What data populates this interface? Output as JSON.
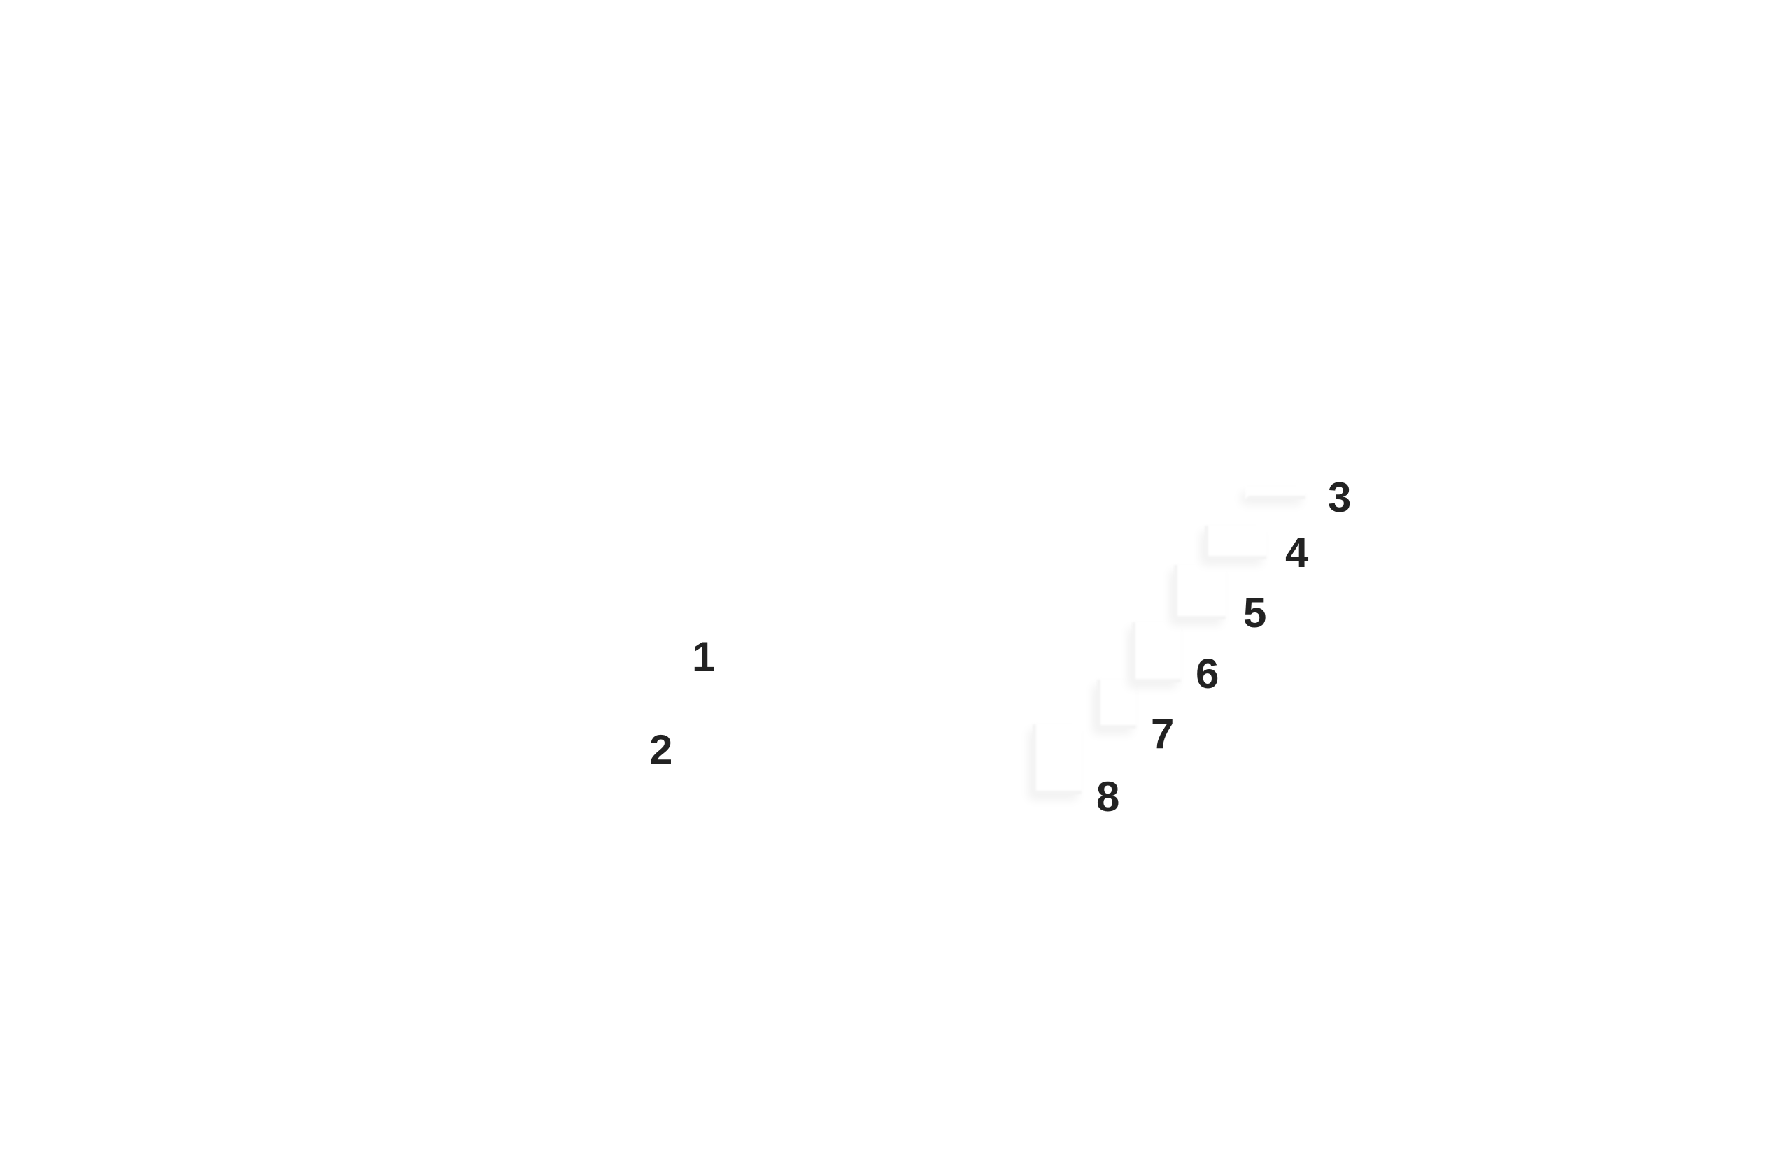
{
  "diagram": {
    "background": "#ffffff",
    "label_color": "#222222",
    "bracket_color": "#f4f4f4",
    "markers": [
      {
        "id": "marker-1",
        "label": "1"
      },
      {
        "id": "marker-2",
        "label": "2"
      },
      {
        "id": "marker-3",
        "label": "3"
      },
      {
        "id": "marker-4",
        "label": "4"
      },
      {
        "id": "marker-5",
        "label": "5"
      },
      {
        "id": "marker-6",
        "label": "6"
      },
      {
        "id": "marker-7",
        "label": "7"
      },
      {
        "id": "marker-8",
        "label": "8"
      }
    ]
  }
}
